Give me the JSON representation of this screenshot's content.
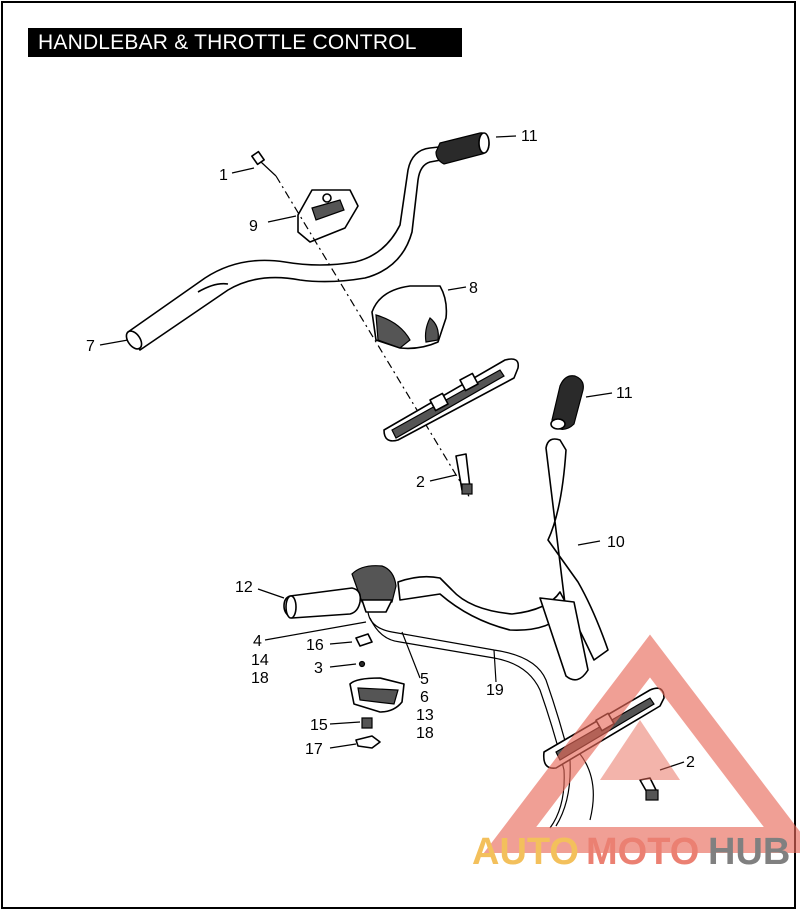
{
  "title": "HANDLEBAR & THROTTLE CONTROL",
  "callouts": [
    {
      "id": "c-1",
      "text": "1"
    },
    {
      "id": "c-9",
      "text": "9"
    },
    {
      "id": "c-11-top",
      "text": "11"
    },
    {
      "id": "c-8",
      "text": "8"
    },
    {
      "id": "c-7",
      "text": "7"
    },
    {
      "id": "c-11-mid",
      "text": "11"
    },
    {
      "id": "c-2-mid",
      "text": "2"
    },
    {
      "id": "c-10",
      "text": "10"
    },
    {
      "id": "c-12",
      "text": "12"
    },
    {
      "id": "c-4",
      "text": "4"
    },
    {
      "id": "c-16",
      "text": "16"
    },
    {
      "id": "c-14",
      "text": "14"
    },
    {
      "id": "c-18-a",
      "text": "18"
    },
    {
      "id": "c-3",
      "text": "3"
    },
    {
      "id": "c-5",
      "text": "5"
    },
    {
      "id": "c-6",
      "text": "6"
    },
    {
      "id": "c-13",
      "text": "13"
    },
    {
      "id": "c-18-b",
      "text": "18"
    },
    {
      "id": "c-19",
      "text": "19"
    },
    {
      "id": "c-15",
      "text": "15"
    },
    {
      "id": "c-17",
      "text": "17"
    },
    {
      "id": "c-2-bot",
      "text": "2"
    }
  ],
  "watermark": {
    "part1": "AUTO",
    "part2": "MOTO",
    "part3": "HUB",
    "color_orange": "#f2b640",
    "color_red": "#e86a5a",
    "color_grey": "#6b6b6b"
  },
  "icons": {
    "watermark_logo": "triangle-logo-icon"
  }
}
